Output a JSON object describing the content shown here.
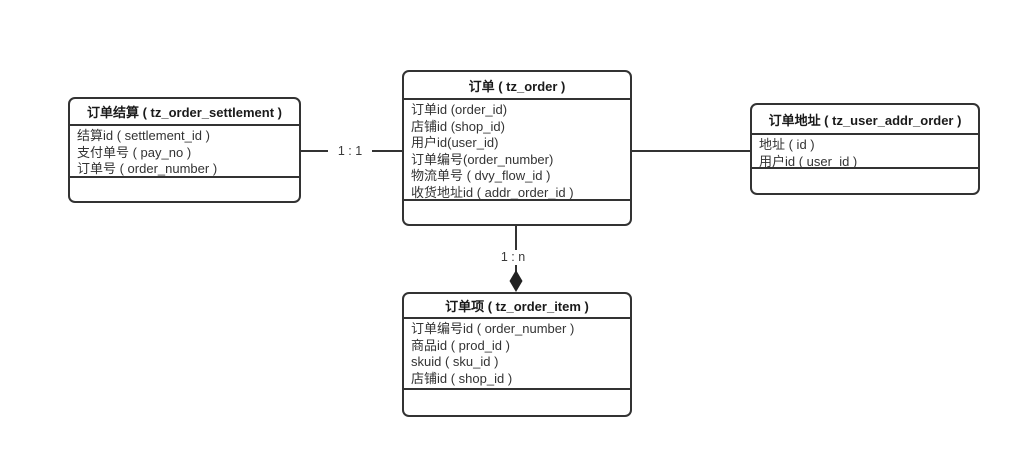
{
  "diagram": {
    "type": "er-diagram",
    "colors": {
      "border": "#333333",
      "line": "#333333",
      "text": "#333333",
      "background": "#ffffff"
    },
    "entities": [
      {
        "id": "tz_order_settlement",
        "title": "订单结算 ( tz_order_settlement )",
        "fields": [
          "结算id ( settlement_id )",
          "支付单号 ( pay_no )",
          "订单号 ( order_number )"
        ]
      },
      {
        "id": "tz_order",
        "title": "订单 ( tz_order )",
        "fields": [
          "订单id (order_id)",
          "店铺id (shop_id)",
          "用户id(user_id)",
          "订单编号(order_number)",
          "物流单号 ( dvy_flow_id )",
          "收货地址id ( addr_order_id )"
        ]
      },
      {
        "id": "tz_user_addr_order",
        "title": "订单地址 ( tz_user_addr_order )",
        "fields": [
          "地址 ( id )",
          "用户id ( user_id )"
        ]
      },
      {
        "id": "tz_order_item",
        "title": "订单项 ( tz_order_item )",
        "fields": [
          "订单编号id ( order_number )",
          "商品id ( prod_id )",
          "skuid ( sku_id )",
          "店铺id ( shop_id )"
        ]
      }
    ],
    "relations": [
      {
        "from": "tz_order_settlement",
        "to": "tz_order",
        "label": "1 : 1",
        "arrow": "none"
      },
      {
        "from": "tz_order",
        "to": "tz_user_addr_order",
        "label": "",
        "arrow": "none"
      },
      {
        "from": "tz_order",
        "to": "tz_order_item",
        "label": "1 : n",
        "arrow": "diamond"
      }
    ]
  }
}
